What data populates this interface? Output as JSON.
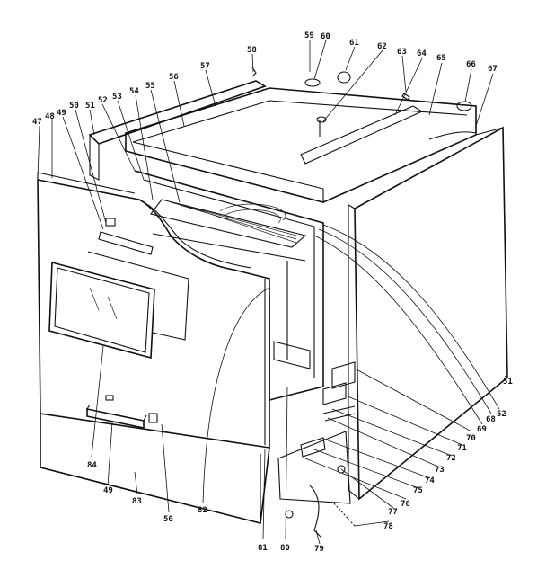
{
  "diagram": {
    "callouts": {
      "c47": "47",
      "c48": "48",
      "c49": "49",
      "c50a": "50",
      "c51a": "51",
      "c52a": "52",
      "c53": "53",
      "c54": "54",
      "c55": "55",
      "c56": "56",
      "c57": "57",
      "c58": "58",
      "c59": "59",
      "c60": "60",
      "c61": "61",
      "c62": "62",
      "c63": "63",
      "c64": "64",
      "c65": "65",
      "c66": "66",
      "c67": "67",
      "c51b": "51",
      "c52b": "52",
      "c68": "68",
      "c69": "69",
      "c70": "70",
      "c71": "71",
      "c72": "72",
      "c73": "73",
      "c74": "74",
      "c75": "75",
      "c76": "76",
      "c77": "77",
      "c78": "78",
      "c79": "79",
      "c80": "80",
      "c81": "81",
      "c82": "82",
      "c83": "83",
      "c84": "84",
      "c49b": "49",
      "c50b": "50"
    }
  }
}
